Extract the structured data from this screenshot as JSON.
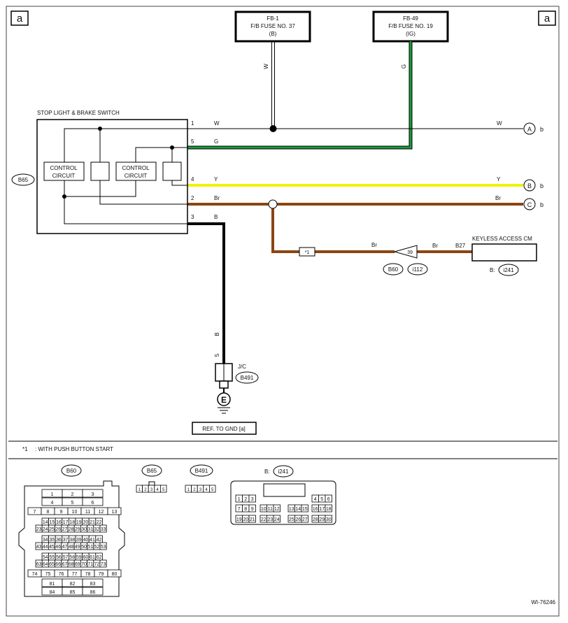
{
  "page_tags": {
    "left": "a",
    "right": "a"
  },
  "fuses": [
    {
      "id": "FB-1",
      "line1": "F/B FUSE NO. 37",
      "line2": "(B)",
      "wire": "W"
    },
    {
      "id": "FB-49",
      "line1": "F/B FUSE NO. 19",
      "line2": "(IG)",
      "wire": "G"
    }
  ],
  "switch": {
    "title": "STOP LIGHT & BRAKE SWITCH",
    "connector": "B65",
    "circuit_label_1": "CONTROL",
    "circuit_label_2": "CIRCUIT"
  },
  "pins": [
    {
      "num": "1",
      "color": "W",
      "end_color": "W",
      "end_letter": "A",
      "end_suffix": "b"
    },
    {
      "num": "5",
      "color": "G"
    },
    {
      "num": "4",
      "color": "Y",
      "end_color": "Y",
      "end_letter": "B",
      "end_suffix": "b"
    },
    {
      "num": "2",
      "color": "Br",
      "end_color": "Br",
      "end_letter": "C",
      "end_suffix": "b"
    },
    {
      "num": "3",
      "color": "B"
    }
  ],
  "keyless": {
    "title": "KEYLESS ACCESS CM",
    "pin": "B27",
    "wire_left": "Br",
    "wire_right": "Br",
    "star": "*1",
    "conn_num": "39",
    "conn_a": "B60",
    "conn_b": "i112",
    "conn_label": "B:",
    "conn_id": "i241"
  },
  "ground": {
    "wire": "B",
    "pin": "5",
    "jc": "J/C",
    "connector": "B491",
    "symbol": "E",
    "ref": "REF. TO GND [a]"
  },
  "note": {
    "star": "*1",
    "text": ": WITH PUSH BUTTON START"
  },
  "connectors": {
    "b60": {
      "label": "B60"
    },
    "b65": {
      "label": "B65",
      "pins": [
        "1",
        "2",
        "3",
        "4",
        "5"
      ]
    },
    "b491": {
      "label": "B491",
      "pins": [
        "1",
        "2",
        "3",
        "4",
        "5"
      ]
    },
    "i241": {
      "prefix": "B:",
      "label": "i241"
    }
  },
  "b60_rows": [
    [
      "1",
      "2",
      "3"
    ],
    [
      "4",
      "5",
      "6"
    ],
    [
      "7",
      "8",
      "9",
      "10",
      "11",
      "12",
      "13"
    ],
    [
      "14",
      "15",
      "16",
      "17",
      "18",
      "19",
      "20",
      "21",
      "22"
    ],
    [
      "23",
      "24",
      "25",
      "26",
      "27",
      "28",
      "29",
      "30",
      "31",
      "32",
      "33"
    ],
    [
      "34",
      "35",
      "36",
      "37",
      "38",
      "39",
      "40",
      "41",
      "42"
    ],
    [
      "43",
      "44",
      "45",
      "46",
      "47",
      "48",
      "49",
      "50",
      "51",
      "52",
      "53"
    ],
    [
      "54",
      "55",
      "56",
      "57",
      "58",
      "59",
      "60",
      "61",
      "62"
    ],
    [
      "63",
      "64",
      "65",
      "66",
      "67",
      "68",
      "69",
      "70",
      "71",
      "72",
      "73"
    ],
    [
      "74",
      "75",
      "76",
      "77",
      "78",
      "79",
      "80"
    ],
    [
      "81",
      "82",
      "83"
    ],
    [
      "84",
      "85",
      "86"
    ]
  ],
  "i241_rows": [
    [
      "1",
      "2",
      "3",
      "4",
      "5",
      "6"
    ],
    [
      "7",
      "8",
      "9",
      "10",
      "11",
      "12",
      "13",
      "14",
      "15",
      "16",
      "17",
      "18"
    ],
    [
      "19",
      "20",
      "21",
      "22",
      "23",
      "24",
      "25",
      "26",
      "27",
      "28",
      "29",
      "30"
    ]
  ],
  "footer_code": "WI-76246",
  "colors": {
    "W": "#ffffff",
    "G": "#1a9a3a",
    "Y": "#f2f200",
    "Br": "#8b4513",
    "B": "#000000"
  }
}
